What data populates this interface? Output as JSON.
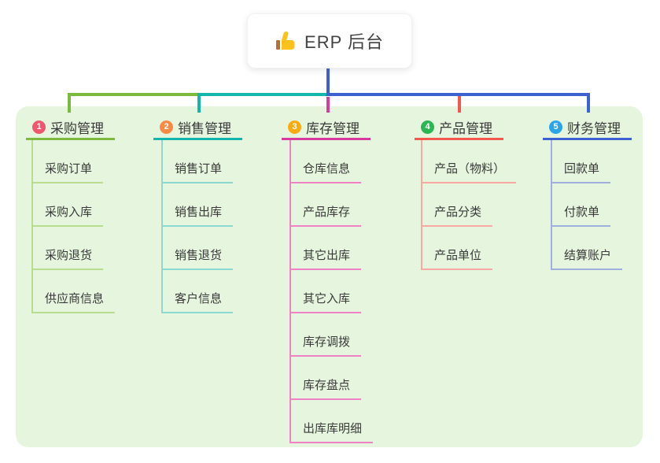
{
  "root": {
    "label": "ERP 后台",
    "icon": "thumbs-up-icon"
  },
  "panel": {
    "background": "#e6f5de"
  },
  "stem_color": "#3e61d2",
  "text_color": "#3a3a3a",
  "branches": [
    {
      "index": "1",
      "label": "采购管理",
      "badge_color": "#f2566d",
      "line_color": "#7cba3f",
      "child_line_color": "#b8dc90",
      "children": [
        "采购订单",
        "采购入库",
        "采购退货",
        "供应商信息"
      ]
    },
    {
      "index": "2",
      "label": "销售管理",
      "badge_color": "#f98a43",
      "line_color": "#12b6ad",
      "child_line_color": "#8cd9d3",
      "children": [
        "销售订单",
        "销售出库",
        "销售退货",
        "客户信息"
      ]
    },
    {
      "index": "3",
      "label": "库存管理",
      "badge_color": "#fbab10",
      "line_color": "#d83a9e",
      "child_line_color": "#ef82c3",
      "children": [
        "仓库信息",
        "产品库存",
        "其它出库",
        "其它入库",
        "库存调拨",
        "库存盘点",
        "出库库明细"
      ]
    },
    {
      "index": "4",
      "label": "产品管理",
      "badge_color": "#2bb656",
      "line_color": "#f4574e",
      "child_line_color": "#f9a8a3",
      "children": [
        "产品（物料）",
        "产品分类",
        "产品单位"
      ]
    },
    {
      "index": "5",
      "label": "财务管理",
      "badge_color": "#2aa5e8",
      "line_color": "#3e61d2",
      "child_line_color": "#9fb0df",
      "children": [
        "回款单",
        "付款单",
        "结算账户"
      ]
    }
  ]
}
